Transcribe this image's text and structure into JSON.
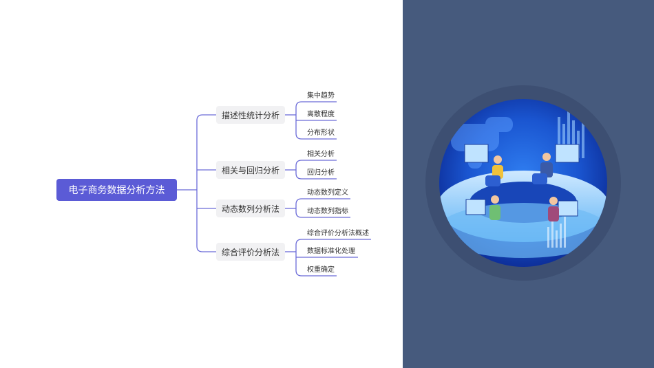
{
  "mindmap": {
    "root": "电子商务数据分析方法",
    "branches": [
      {
        "label": "描述性统计分析",
        "children": [
          "集中趋势",
          "离散程度",
          "分布形状"
        ]
      },
      {
        "label": "相关与回归分析",
        "children": [
          "相关分析",
          "回归分析"
        ]
      },
      {
        "label": "动态数列分析法",
        "children": [
          "动态数列定义",
          "动态数列指标"
        ]
      },
      {
        "label": "综合评价分析法",
        "children": [
          "综合评价分析法概述",
          "数据标准化处理",
          "权重确定"
        ]
      }
    ]
  },
  "colors": {
    "root_fill": "#5b5bd6",
    "connector": "#6a6ad8",
    "branch_fill": "#f1f1f3",
    "panel_bg": "#465a7d"
  },
  "illustration": {
    "icon": "data-analytics-globe-icon"
  }
}
